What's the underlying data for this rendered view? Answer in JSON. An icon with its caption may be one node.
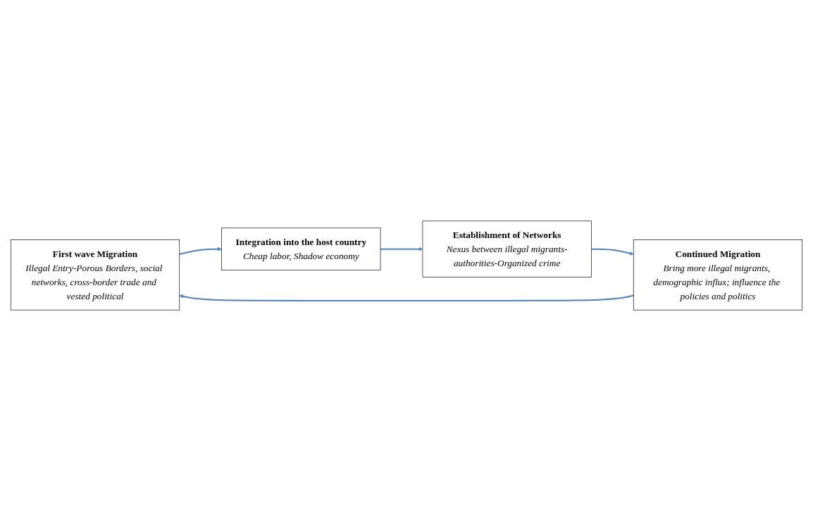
{
  "diagram": {
    "nodes": [
      {
        "text": [
          "First wave Migration",
          "Illegal Entry-Porous Borders, social networks, cross-border trade and vested political"
        ]
      },
      {
        "text": [
          "Integration into the host country",
          "Cheap labor, Shadow economy"
        ]
      },
      {
        "text": [
          "Establishment of Networks",
          "Nexus between illegal migrants-authorities-Organized crime"
        ]
      },
      {
        "text": [
          "Continued Migration",
          "Bring more illegal migrants, demographic influx; influence the policies and politics"
        ]
      }
    ],
    "edges": [
      {
        "from": 0,
        "to": 1,
        "arrow": "to"
      },
      {
        "from": 1,
        "to": 2,
        "arrow": "to"
      },
      {
        "from": 2,
        "to": 3,
        "arrow": "to"
      },
      {
        "from": 3,
        "to": 0,
        "arrow": "to"
      }
    ]
  }
}
